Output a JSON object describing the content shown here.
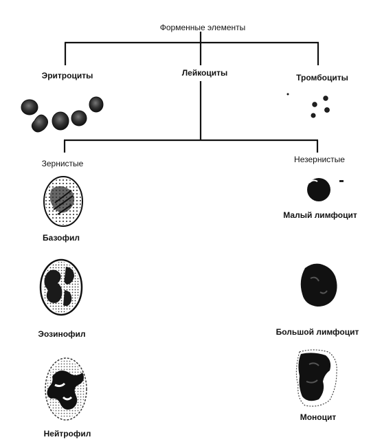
{
  "root": "Форменные элементы",
  "branches": {
    "erythrocytes": "Эритроциты",
    "leukocytes": "Лейкоциты",
    "platelets": "Тромбоциты"
  },
  "leukocyte_groups": {
    "granular": "Зернистые",
    "agranular": "Незернистые"
  },
  "granular_cells": {
    "basophil": "Базофил",
    "eosinophil": "Эозинофил",
    "neutrophil": "Нейтрофил"
  },
  "agranular_cells": {
    "small_lymphocyte": "Малый лимфоцит",
    "large_lymphocyte": "Большой лимфоцит",
    "monocyte": "Моноцит"
  }
}
